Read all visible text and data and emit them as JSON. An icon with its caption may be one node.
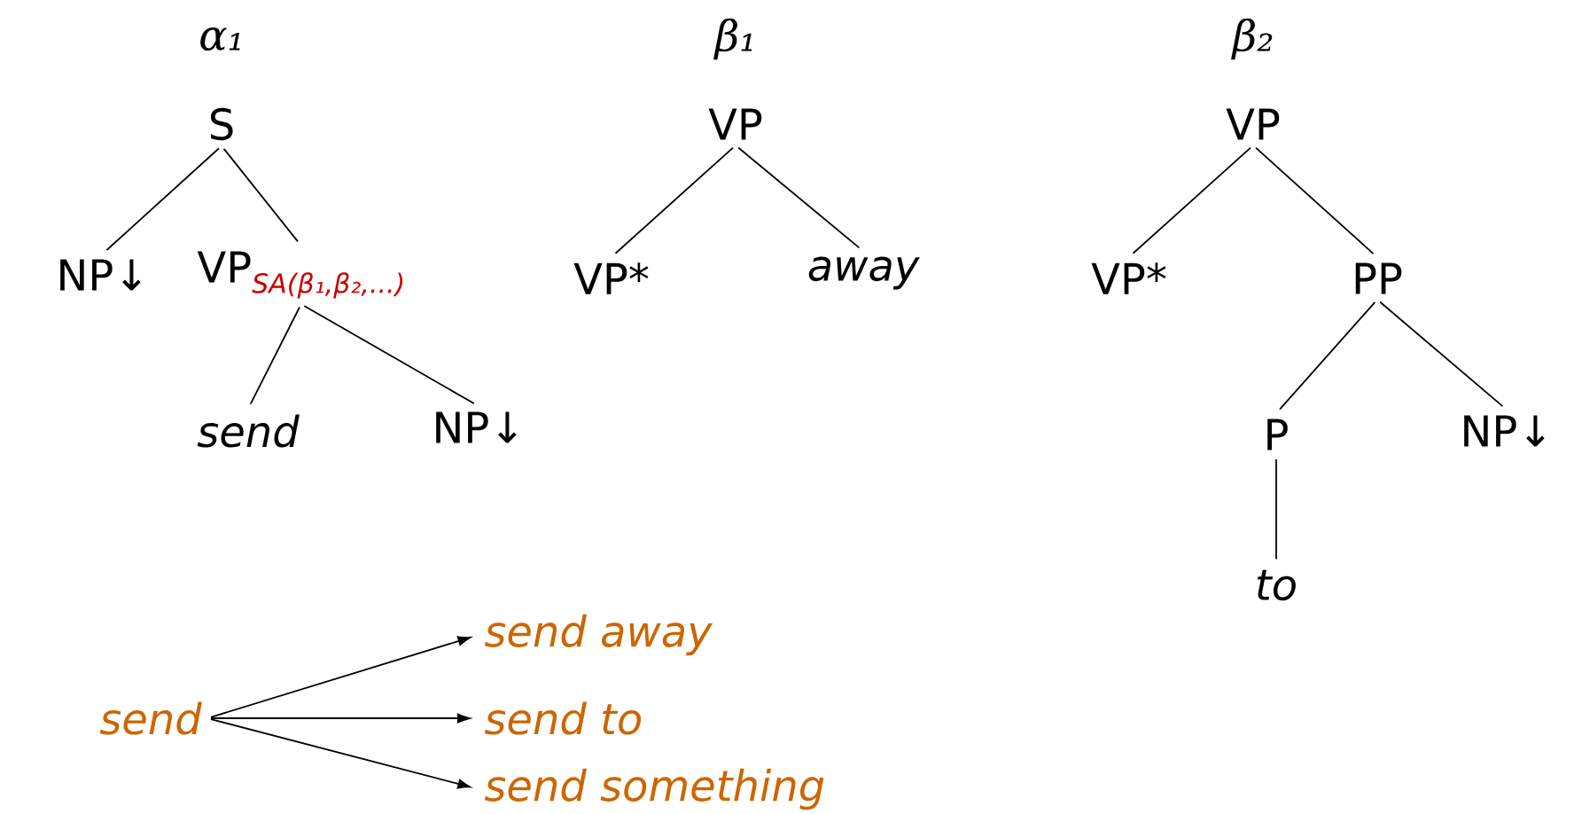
{
  "diagram": {
    "nodes": [
      {
        "text": [
          "S"
        ]
      },
      {
        "text": [
          "NP↓"
        ]
      },
      {
        "text": [
          "VP"
        ],
        "beside": [
          "SA(β₁,β₂,...)"
        ]
      },
      {
        "text": [
          "send"
        ]
      },
      {
        "text": [
          "NP↓"
        ]
      },
      {
        "text": [
          "VP"
        ]
      },
      {
        "text": [
          "VP*"
        ]
      },
      {
        "text": [
          "away"
        ]
      },
      {
        "text": [
          "VP"
        ]
      },
      {
        "text": [
          "VP*"
        ]
      },
      {
        "text": [
          "PP"
        ]
      },
      {
        "text": [
          "P"
        ]
      },
      {
        "text": [
          "NP↓"
        ]
      },
      {
        "text": [
          "to"
        ]
      },
      {
        "text": [
          "send"
        ]
      },
      {
        "text": [
          "send away"
        ]
      },
      {
        "text": [
          "send to"
        ]
      },
      {
        "text": [
          "send something"
        ]
      }
    ],
    "edges": [
      {
        "from": 0,
        "to": 1,
        "arrow": "none"
      },
      {
        "from": 0,
        "to": 2,
        "arrow": "none"
      },
      {
        "from": 2,
        "to": 3,
        "arrow": "none"
      },
      {
        "from": 2,
        "to": 4,
        "arrow": "none"
      },
      {
        "from": 5,
        "to": 6,
        "arrow": "none"
      },
      {
        "from": 5,
        "to": 7,
        "arrow": "none"
      },
      {
        "from": 8,
        "to": 9,
        "arrow": "none"
      },
      {
        "from": 8,
        "to": 10,
        "arrow": "none"
      },
      {
        "from": 10,
        "to": 11,
        "arrow": "none"
      },
      {
        "from": 10,
        "to": 12,
        "arrow": "none"
      },
      {
        "from": 11,
        "to": 13,
        "arrow": "none"
      },
      {
        "from": 14,
        "to": 15,
        "arrow": "to"
      },
      {
        "from": 14,
        "to": 16,
        "arrow": "to"
      },
      {
        "from": 14,
        "to": 17,
        "arrow": "to"
      }
    ],
    "labels": [
      "α₁",
      "β₁",
      "β₂"
    ]
  }
}
